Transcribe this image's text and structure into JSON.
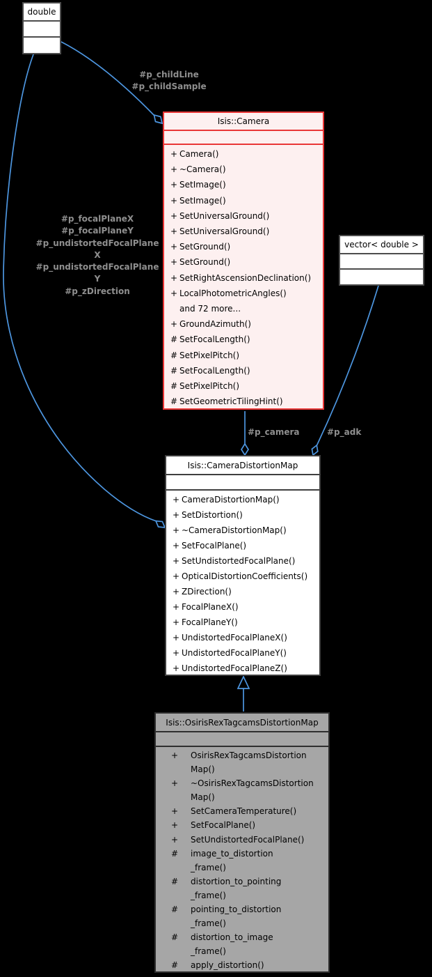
{
  "diagram": {
    "colors": {
      "background": "#000000",
      "edge_blue": "#4d96e0",
      "label_gray": "#8f8f8f",
      "truncated_border_red": "#e93636",
      "truncated_fill_pink": "#fdf0f0",
      "focus_fill_gray": "#a6a6a6"
    },
    "classes": {
      "double": {
        "title": "double"
      },
      "vector": {
        "title": "vector< double >"
      },
      "camera": {
        "title": "Isis::Camera",
        "methods": [
          {
            "m": "+",
            "n": "Camera()"
          },
          {
            "m": "+",
            "n": "~Camera()"
          },
          {
            "m": "+",
            "n": "SetImage()"
          },
          {
            "m": "+",
            "n": "SetImage()"
          },
          {
            "m": "+",
            "n": "SetUniversalGround()"
          },
          {
            "m": "+",
            "n": "SetUniversalGround()"
          },
          {
            "m": "+",
            "n": "SetGround()"
          },
          {
            "m": "+",
            "n": "SetGround()"
          },
          {
            "m": "+",
            "n": "SetRightAscensionDeclination()"
          },
          {
            "m": "+",
            "n": "LocalPhotometricAngles()"
          },
          {
            "m": "",
            "n": "and 72 more..."
          },
          {
            "m": "+",
            "n": "GroundAzimuth()"
          },
          {
            "m": "#",
            "n": "SetFocalLength()"
          },
          {
            "m": "#",
            "n": "SetPixelPitch()"
          },
          {
            "m": "#",
            "n": "SetFocalLength()"
          },
          {
            "m": "#",
            "n": "SetPixelPitch()"
          },
          {
            "m": "#",
            "n": "SetGeometricTilingHint()"
          }
        ]
      },
      "cdm": {
        "title": "Isis::CameraDistortionMap",
        "methods": [
          {
            "m": "+",
            "n": "CameraDistortionMap()"
          },
          {
            "m": "+",
            "n": "SetDistortion()"
          },
          {
            "m": "+",
            "n": "~CameraDistortionMap()"
          },
          {
            "m": "+",
            "n": "SetFocalPlane()"
          },
          {
            "m": "+",
            "n": "SetUndistortedFocalPlane()"
          },
          {
            "m": "+",
            "n": "OpticalDistortionCoefficients()"
          },
          {
            "m": "+",
            "n": "ZDirection()"
          },
          {
            "m": "+",
            "n": "FocalPlaneX()"
          },
          {
            "m": "+",
            "n": "FocalPlaneY()"
          },
          {
            "m": "+",
            "n": "UndistortedFocalPlaneX()"
          },
          {
            "m": "+",
            "n": "UndistortedFocalPlaneY()"
          },
          {
            "m": "+",
            "n": "UndistortedFocalPlaneZ()"
          }
        ]
      },
      "osiris": {
        "title": "Isis::OsirisRexTagcamsDistortionMap",
        "methods": [
          {
            "m": "+",
            "n": "OsirisRexTagcamsDistortion\nMap()"
          },
          {
            "m": "+",
            "n": "~OsirisRexTagcamsDistortion\nMap()"
          },
          {
            "m": "+",
            "n": "SetCameraTemperature()"
          },
          {
            "m": "+",
            "n": "SetFocalPlane()"
          },
          {
            "m": "+",
            "n": "SetUndistortedFocalPlane()"
          },
          {
            "m": "#",
            "n": "image_to_distortion\n_frame()"
          },
          {
            "m": "#",
            "n": "distortion_to_pointing\n_frame()"
          },
          {
            "m": "#",
            "n": "pointing_to_distortion\n_frame()"
          },
          {
            "m": "#",
            "n": "distortion_to_image\n_frame()"
          },
          {
            "m": "#",
            "n": "apply_distortion()"
          }
        ]
      }
    },
    "edge_labels": {
      "child": "#p_childLine\n#p_childSample",
      "focal": "#p_focalPlaneX\n#p_focalPlaneY\n#p_undistortedFocalPlane\nX\n#p_undistortedFocalPlane\nY\n#p_zDirection",
      "camera": "#p_camera",
      "adk": "#p_adk"
    }
  }
}
